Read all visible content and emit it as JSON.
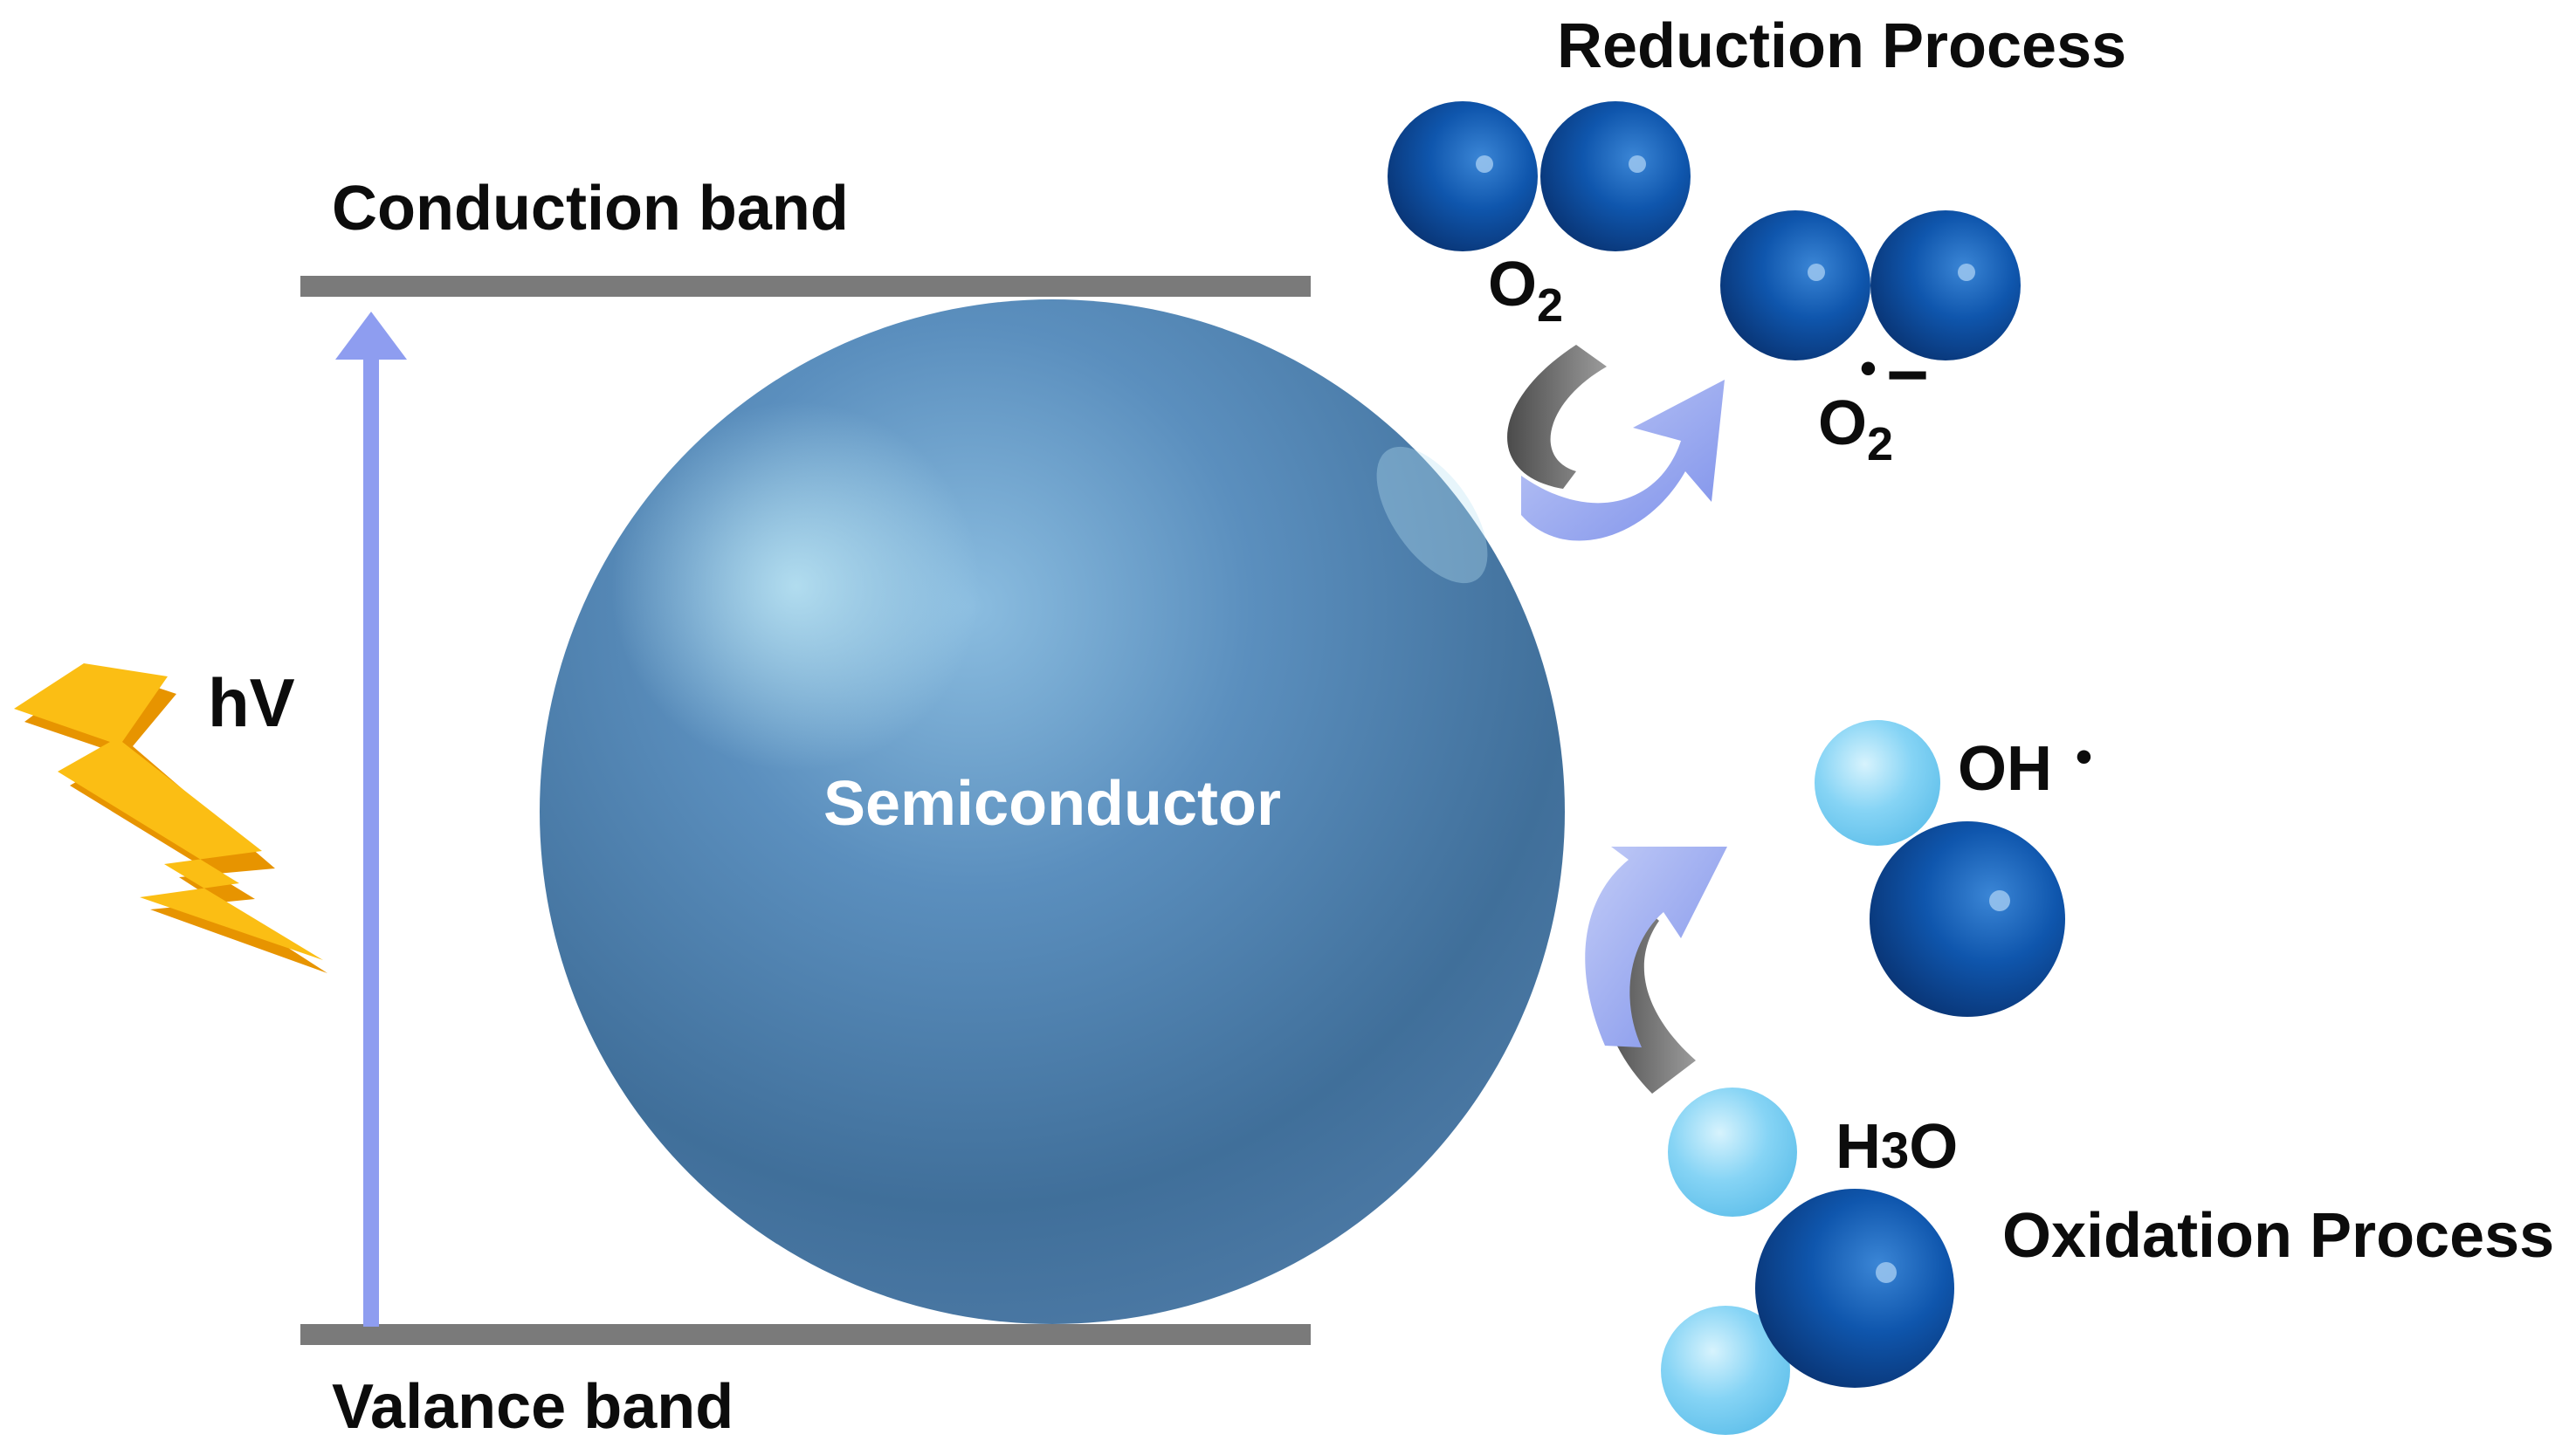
{
  "bands": {
    "conduction_label": "Conduction band",
    "valance_label": "Valance band"
  },
  "excitation": {
    "energy_label": "hV"
  },
  "particle": {
    "label": "Semiconductor"
  },
  "reduction": {
    "title": "Reduction Process",
    "reactant_main": "O",
    "reactant_sub": "2",
    "product_main": "O",
    "product_sub": "2",
    "product_dot": "•",
    "product_charge": "−"
  },
  "oxidation": {
    "title": "Oxidation Process",
    "reactant_main_h": "H",
    "reactant_sub": "3",
    "reactant_main_o": "O",
    "product_main": "OH",
    "product_dot": "•"
  },
  "colors": {
    "band_line": "#7a7a7a",
    "excitation_arrow": "#8e9df0",
    "bolt": "#f7b500",
    "semiconductor": "#4f7fa8",
    "oxygen_atom": "#0b4a9b",
    "hydrogen_atom": "#7fd0f3",
    "curved_arrow_tail": "#6b6b6b",
    "curved_arrow_head": "#8fa0ee"
  }
}
